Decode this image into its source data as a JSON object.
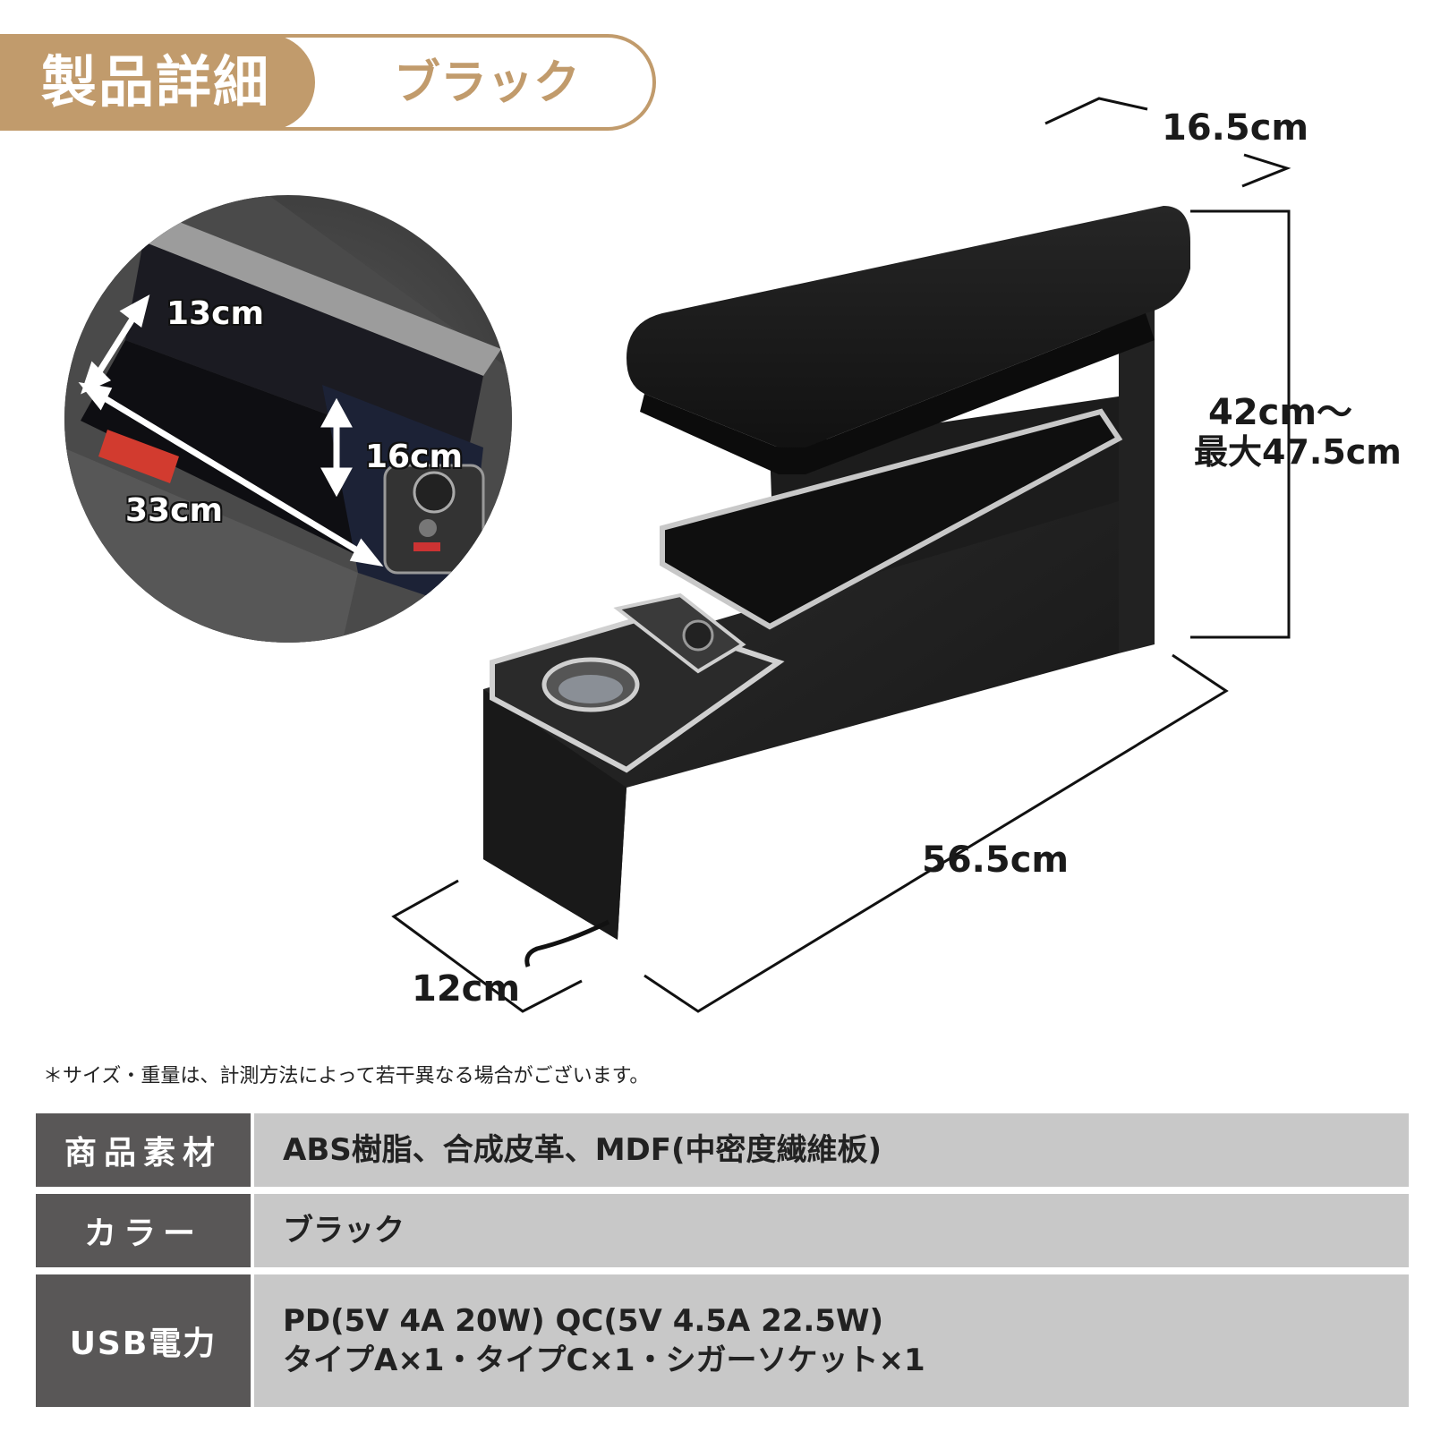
{
  "header": {
    "title": "製品詳細",
    "color_label": "ブラック"
  },
  "dimensions": {
    "depth_top": "16.5cm",
    "height": "42cm〜",
    "height_max": "最大47.5cm",
    "length": "56.5cm",
    "width_bottom": "12cm",
    "inset_storage_width": "13cm",
    "inset_storage_depth": "16cm",
    "inset_storage_length": "33cm"
  },
  "note": "＊サイズ・重量は、計測方法によって若干異なる場合がございます。",
  "specs": [
    {
      "label": "商品素材",
      "value_lines": [
        "ABS樹脂、合成皮革、MDF(中密度繊維板)"
      ]
    },
    {
      "label": "カラー",
      "value_lines": [
        "ブラック"
      ]
    },
    {
      "label": "USB電力",
      "value_lines": [
        "PD(5V 4A 20W) QC(5V 4.5A 22.5W)",
        "タイプA×1・タイプC×1・シガーソケット×1"
      ]
    }
  ],
  "colors": {
    "accent": "#c19b6c",
    "table_head": "#595757",
    "table_cell": "#c8c8c8"
  }
}
